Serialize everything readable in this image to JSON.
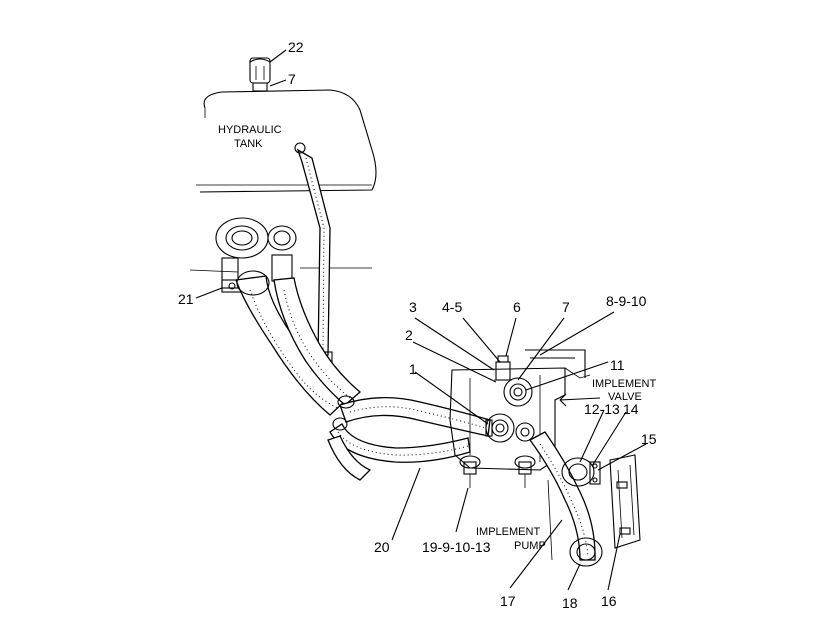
{
  "callouts": {
    "c22": "22",
    "c7_top": "7",
    "c21": "21",
    "c3": "3",
    "c4_5": "4-5",
    "c6": "6",
    "c7": "7",
    "c8_9_10": "8-9-10",
    "c2": "2",
    "c11": "11",
    "c1": "1",
    "c12_13": "12-13",
    "c14": "14",
    "c15": "15",
    "c20": "20",
    "c19_9_10_13": "19-9-10-13",
    "c17": "17",
    "c18": "18",
    "c16": "16"
  },
  "captions": {
    "tank_line1": "HYDRAULIC",
    "tank_line2": "TANK",
    "valve_line1": "IMPLEMENT",
    "valve_line2": "VALVE",
    "pump_line1": "IMPLEMENT",
    "pump_line2": "PUMP"
  }
}
